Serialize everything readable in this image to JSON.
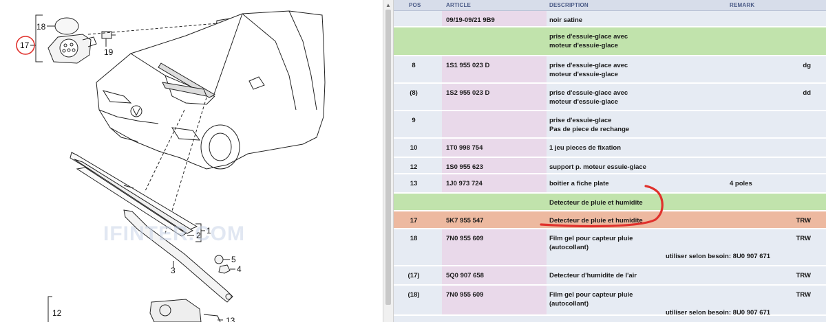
{
  "diagram": {
    "callouts": [
      "18",
      "17",
      "19",
      "1",
      "2",
      "3",
      "5",
      "4",
      "12",
      "13"
    ],
    "watermark": "IFINTER.COM",
    "highlight_color": "#e0312c"
  },
  "table": {
    "headers": {
      "pos": "POS",
      "article": "ARTICLE",
      "description": "DESCRIPTION",
      "remark": "REMARK"
    },
    "rows": [
      {
        "style": "normal",
        "pos": "",
        "article": "09/19-09/21    9B9",
        "desc": [
          "noir satine"
        ],
        "remark": "",
        "mid": "",
        "note": ""
      },
      {
        "style": "green",
        "pos": "",
        "article": "",
        "desc": [
          "prise d'essuie-glace avec",
          "moteur d'essuie-glace"
        ],
        "remark": "",
        "mid": "",
        "note": ""
      },
      {
        "style": "normal",
        "pos": "8",
        "article": "1S1 955 023 D",
        "desc": [
          "prise d'essuie-glace avec",
          "moteur d'essuie-glace"
        ],
        "remark": "dg",
        "mid": "",
        "note": ""
      },
      {
        "style": "normal",
        "pos": "(8)",
        "article": "1S2 955 023 D",
        "desc": [
          "prise d'essuie-glace avec",
          "moteur d'essuie-glace"
        ],
        "remark": "dd",
        "mid": "",
        "note": ""
      },
      {
        "style": "normal",
        "pos": "9",
        "article": "",
        "desc": [
          "prise d'essuie-glace",
          "Pas de piece de rechange"
        ],
        "remark": "",
        "mid": "",
        "note": ""
      },
      {
        "style": "normal",
        "pos": "10",
        "article": "1T0 998 754",
        "desc": [
          "1 jeu pieces de fixation"
        ],
        "remark": "",
        "mid": "",
        "note": ""
      },
      {
        "style": "normal",
        "pos": "12",
        "article": "1S0 955 623",
        "desc": [
          "support p. moteur essuie-glace"
        ],
        "remark": "",
        "mid": "",
        "note": ""
      },
      {
        "style": "normal",
        "pos": "13",
        "article": "1J0 973 724",
        "desc": [
          "boitier a fiche plate"
        ],
        "remark": "",
        "mid": "4 poles",
        "note": ""
      },
      {
        "style": "green",
        "pos": "",
        "article": "",
        "desc": [
          "Detecteur de pluie et humidite"
        ],
        "remark": "",
        "mid": "",
        "note": ""
      },
      {
        "style": "salmon",
        "pos": "17",
        "article": "5K7 955 547",
        "desc": [
          "Detecteur de pluie et humidite"
        ],
        "remark": "TRW",
        "mid": "",
        "note": ""
      },
      {
        "style": "normal",
        "pos": "18",
        "article": "7N0 955 609",
        "desc": [
          "Film gel pour capteur pluie",
          "(autocollant)"
        ],
        "remark": "TRW",
        "mid": "",
        "note": "utiliser selon besoin:  8U0 907 671"
      },
      {
        "style": "normal",
        "pos": "(17)",
        "article": "5Q0 907 658",
        "desc": [
          "Detecteur d'humidite de l'air"
        ],
        "remark": "TRW",
        "mid": "",
        "note": ""
      },
      {
        "style": "normal",
        "pos": "(18)",
        "article": "7N0 955 609",
        "desc": [
          "Film gel pour capteur pluie",
          "(autocollant)"
        ],
        "remark": "TRW",
        "mid": "",
        "note": "utiliser selon besoin:  8U0 907 671"
      }
    ]
  }
}
